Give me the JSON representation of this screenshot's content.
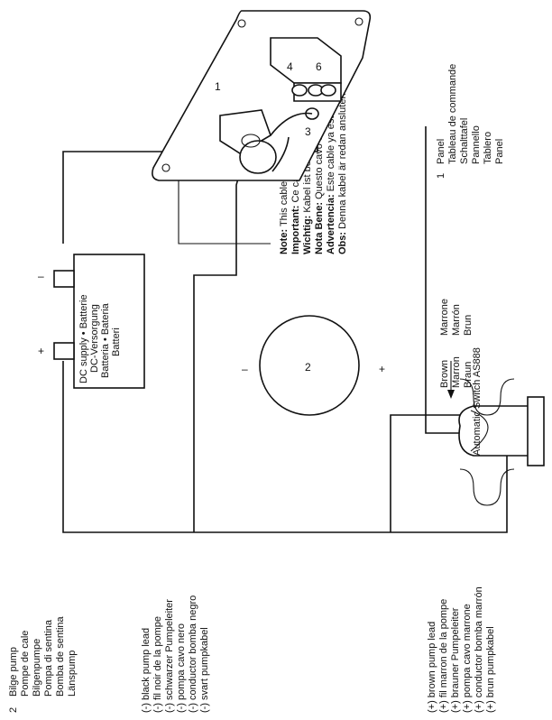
{
  "pump_names": {
    "number": "2",
    "lines": [
      "Bilge pump",
      "Pompe de cale",
      "Bilgenpumpe",
      "Pompa di sentina",
      "Bomba de sentina",
      "Länspump"
    ]
  },
  "black_lead": {
    "lines": [
      "(-) black pump lead",
      "(-) fil noir de la pompe",
      "(-) schwarzer Pumpeleiter",
      "(-) pompa cavo nero",
      "(-) conductor bomba negro",
      "(-) svart pumpkabel"
    ]
  },
  "brown_lead": {
    "lines": [
      "(+) brown pump lead",
      "(+) fil marron de la pompe",
      "(+) brauner Pumpeleiter",
      "(+) pompa cavo marrone",
      "(+) conductor bomba marrón",
      "(+) brun pumpkabel"
    ]
  },
  "dc_supply": {
    "lines": [
      "DC supply • Batterie",
      "DC-Versorgung",
      "Batteria • Bateria",
      "Batteri"
    ],
    "plus": "+",
    "minus": "–"
  },
  "pump_symbol": {
    "label": "2",
    "minus": "–",
    "plus": "+"
  },
  "brown_colors": {
    "col1": [
      "Brown",
      "Marron",
      "Braun"
    ],
    "col2": [
      "Marrone",
      "Marrón",
      "Brun"
    ]
  },
  "switch_label": "Automatic Switch AS888",
  "note": [
    {
      "bold": "Note:",
      "text": " This cable is already connected"
    },
    {
      "bold": "Important:",
      "text": " Ce câble est déjà connecté"
    },
    {
      "bold": "Wichtig:",
      "text": " Kabel ist bereits verbunden"
    },
    {
      "bold": "Nota Bene:",
      "text": " Questo cavo è già collegato"
    },
    {
      "bold": "Advertencia:",
      "text": " Este cable ya está conectado"
    },
    {
      "bold": "Obs:",
      "text": " Denna kabel är redan ansluten"
    }
  ],
  "panel_labels": {
    "number": "1",
    "lines": [
      "Panel",
      "Tableau de commande",
      "Schalttafel",
      "Pannello",
      "Tablero",
      "Panel"
    ]
  },
  "terminal_labels": [
    "1",
    "3",
    "4",
    "6"
  ]
}
